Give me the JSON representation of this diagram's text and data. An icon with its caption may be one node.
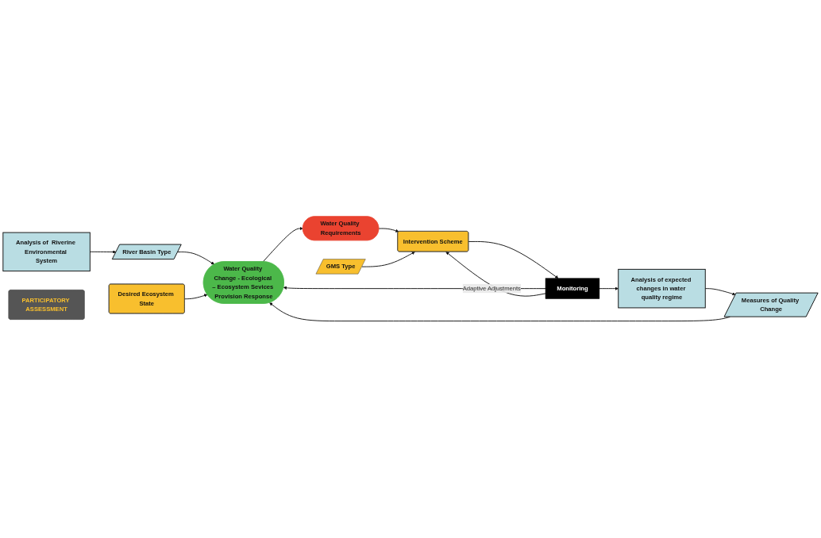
{
  "diagram": {
    "nodes": [
      {
        "text": [
          "Analysis of  Riverine Environmental System"
        ]
      },
      {
        "text": [
          "River Basin Type"
        ]
      },
      {
        "text": [
          "Analysis of expected changes in water quality regime"
        ]
      },
      {
        "text": [
          "Measures of Quality Change"
        ]
      },
      {
        "text": [
          "Monitoring"
        ]
      },
      {
        "text": [
          "Water Quality Change - Ecological – Ecosystem Sevices Provision Response"
        ]
      },
      {
        "text": [
          "Water Quality Requirements"
        ]
      },
      {
        "text": [
          "Intervention Scheme"
        ]
      },
      {
        "text": [
          "Desired Ecosystem State"
        ]
      },
      {
        "text": [
          "GMS Type"
        ]
      },
      {
        "text": [
          "PARTICIPATORY ASSESSMENT"
        ]
      }
    ],
    "edges": [
      {
        "from": 0,
        "to": 1,
        "arrow": "to"
      },
      {
        "from": 1,
        "to": 5,
        "arrow": "to"
      },
      {
        "from": 4,
        "to": 2,
        "arrow": "to"
      },
      {
        "from": 2,
        "to": 3,
        "arrow": "to"
      },
      {
        "from": 3,
        "to": 5,
        "arrow": "to"
      },
      {
        "from": 4,
        "to": 5,
        "arrow": "to"
      },
      {
        "from": 5,
        "to": 6,
        "arrow": "to"
      },
      {
        "from": 6,
        "to": 7,
        "arrow": "to"
      },
      {
        "from": 7,
        "to": 4,
        "arrow": "to"
      },
      {
        "from": 4,
        "to": 7,
        "arrow": "to",
        "label": "Adaptive Adjustments"
      },
      {
        "from": 9,
        "to": 7,
        "arrow": "to"
      },
      {
        "from": 8,
        "to": 5,
        "arrow": "to"
      }
    ]
  }
}
